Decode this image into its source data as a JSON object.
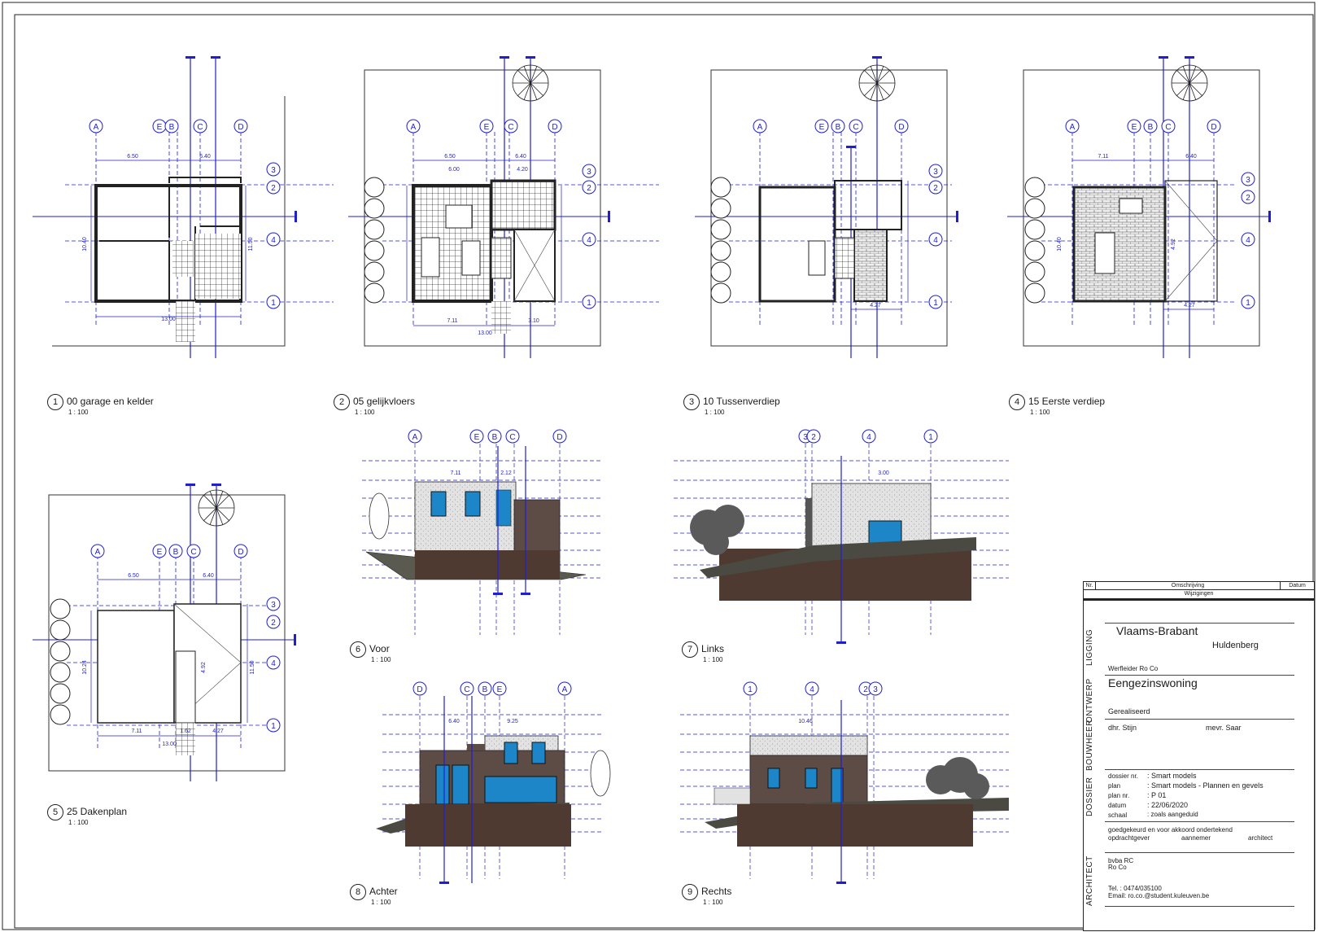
{
  "views": [
    {
      "num": "1",
      "name": "00 garage en kelder",
      "scale": "1 : 100"
    },
    {
      "num": "2",
      "name": "05 gelijkvloers",
      "scale": "1 : 100"
    },
    {
      "num": "3",
      "name": "10 Tussenverdiep",
      "scale": "1 : 100"
    },
    {
      "num": "4",
      "name": "15 Eerste verdiep",
      "scale": "1 : 100"
    },
    {
      "num": "5",
      "name": "25 Dakenplan",
      "scale": "1 : 100"
    },
    {
      "num": "6",
      "name": "Voor",
      "scale": "1 : 100"
    },
    {
      "num": "7",
      "name": "Links",
      "scale": "1 : 100"
    },
    {
      "num": "8",
      "name": "Achter",
      "scale": "1 : 100"
    },
    {
      "num": "9",
      "name": "Rechts",
      "scale": "1 : 100"
    }
  ],
  "grid_labels": {
    "cols_plan": [
      "A",
      "E",
      "B",
      "C",
      "D"
    ],
    "rows_plan": [
      "3",
      "2",
      "4",
      "1"
    ],
    "front": [
      "A",
      "E",
      "B",
      "C",
      "D"
    ],
    "left": [
      "3",
      "2",
      "4",
      "1"
    ],
    "back": [
      "D",
      "C",
      "B",
      "E",
      "A"
    ],
    "right": [
      "1",
      "4",
      "2",
      "3"
    ]
  },
  "dims": {
    "d650": "6.50",
    "d640": "6.40",
    "d1300": "13.00",
    "d1040": "10.40",
    "d1150": "11.50",
    "d711": "7.11",
    "d427": "4.27",
    "d1024": "10.24",
    "d162": "1.62",
    "d492": "4.92",
    "d925": "9.25",
    "d1046": "10.46",
    "d300": "3.00",
    "d212": "2.12",
    "d310": "3.10",
    "d600": "6.00",
    "d420": "4.20"
  },
  "revisions": {
    "nr": "Nr.",
    "omschrijving": "Omschrijving",
    "datum": "Datum",
    "wijzigingen": "Wijzigingen"
  },
  "titleblock": {
    "ligging_label": "LIGGING",
    "province": "Vlaams-Brabant",
    "municipality": "Huldenberg",
    "werfleider": "Werfleider Ro          Co",
    "ontwerp_label": "ONTWERP",
    "project": "Eengezinswoning",
    "status": "Gerealiseerd",
    "bouwheer_label": "BOUWHEER",
    "owner1": "dhr. Stijn",
    "owner2": "mevr. Saar",
    "dossier_label": "DOSSIER",
    "dossier_rows": [
      {
        "k": "dossier nr.",
        "v": ": Smart models"
      },
      {
        "k": "plan",
        "v": ": Smart models - Plannen en gevels"
      },
      {
        "k": "plan nr.",
        "v": ": P 01"
      },
      {
        "k": "datum",
        "v": ": 22/06/2020"
      },
      {
        "k": "schaal",
        "v": ": zoals aangeduid"
      }
    ],
    "approval": "goedgekeurd en voor akkoord ondertekend",
    "sig_opdrachtgever": "opdrachtgever",
    "sig_aannemer": "aannemer",
    "sig_architect": "architect",
    "architect_label": "ARCHITECT",
    "arch_firm": "bvba    RC",
    "arch_name": "Ro          Co",
    "tel": "Tel.   :    0474/035100",
    "email": "Email:  ro.co.@student.kuleuven.be"
  },
  "colors": {
    "ink": "#1f1fd0",
    "wall": "#222222",
    "earth": "#4e3a30",
    "brick": "#5d4b45",
    "glass": "#1c86c8",
    "stucco": "#e6e6e6"
  }
}
